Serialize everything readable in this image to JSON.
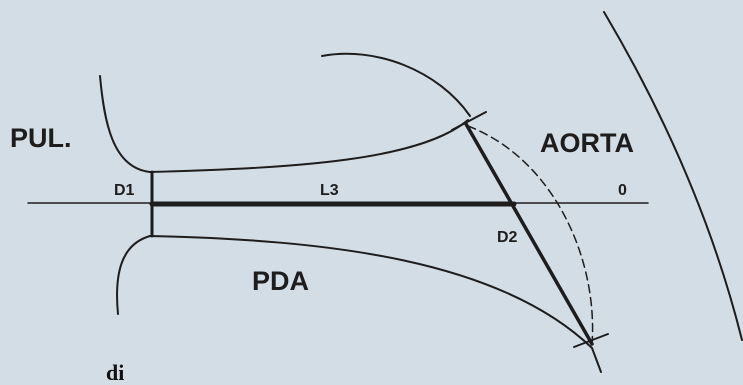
{
  "labels": {
    "pul": "PUL.",
    "aorta": "AORTA",
    "pda": "PDA",
    "d1": "D1",
    "l3": "L3",
    "d2": "D2",
    "zero": "0",
    "cut_text": "di"
  },
  "colors": {
    "background": "#d3dde6",
    "line": "#1d1d1d"
  }
}
